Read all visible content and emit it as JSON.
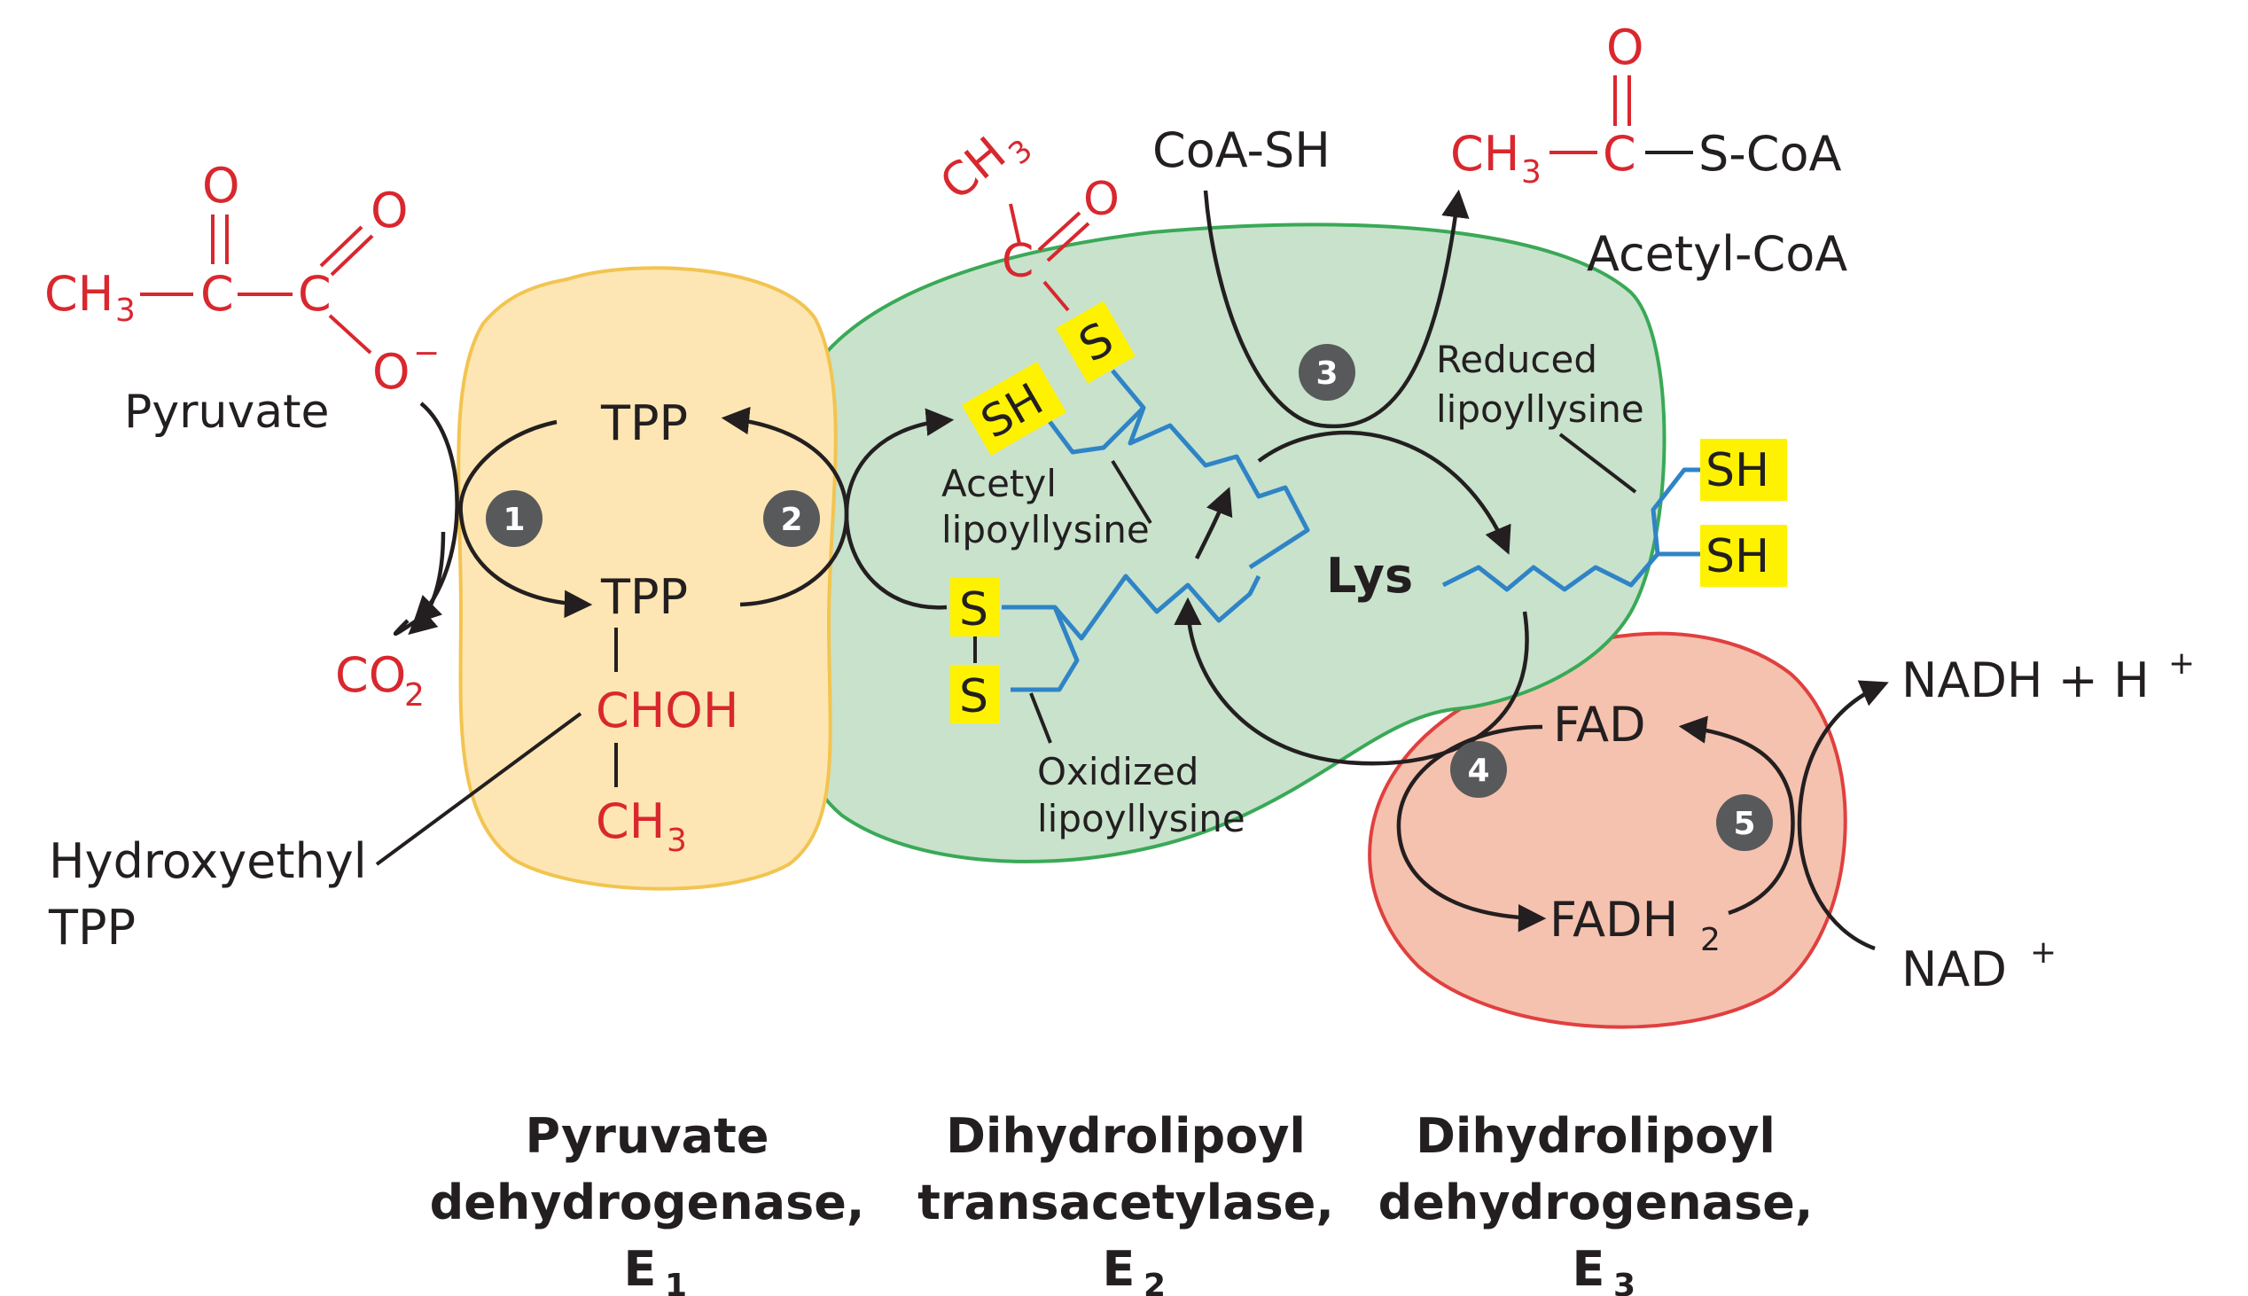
{
  "pyruvate": {
    "label": "Pyruvate",
    "formula": {
      "ch3": "CH",
      "sub3": "3",
      "c1": "C",
      "c2": "C",
      "o_top1": "O",
      "o_top2": "O",
      "o_minus": "O",
      "minus": "−"
    }
  },
  "co2": {
    "main": "CO",
    "sub": "2"
  },
  "hydroxyethyl_tpp": {
    "line1": "Hydroxyethyl",
    "line2": "TPP"
  },
  "e1_contents": {
    "tpp_top": "TPP",
    "tpp_mid": "TPP",
    "chohl": "CHOH",
    "ch3": "CH",
    "ch3_sub": "3"
  },
  "acetyl_group": {
    "ch3": "CH",
    "ch3_sub": "3",
    "c": "C",
    "o": "O"
  },
  "sulfur_labels": {
    "s_acetyl": "S",
    "sh_acetyl": "SH",
    "s_ox1": "S",
    "s_ox2": "S",
    "sh_red1": "SH",
    "sh_red2": "SH"
  },
  "labels": {
    "acetyl_lipoyllysine": [
      "Acetyl",
      "lipoyllysine"
    ],
    "oxidized_lipoyllysine": [
      "Oxidized",
      "lipoyllysine"
    ],
    "reduced_lipoyllysine": [
      "Reduced",
      "lipoyllysine"
    ],
    "lys": "Lys"
  },
  "coa": {
    "coa_sh": "CoA-SH",
    "acetyl_coa_formula": {
      "ch3": "CH",
      "sub3": "3",
      "c": "C",
      "o": "O",
      "scoa": "S-CoA"
    },
    "acetyl_coa_label": "Acetyl-CoA"
  },
  "e3_contents": {
    "fad": "FAD",
    "fadh2": "FADH",
    "fadh2_sub": "2"
  },
  "nad": {
    "nadh": "NADH + H",
    "nadh_sup": "+",
    "nad_plus": "NAD",
    "nad_sup": "+"
  },
  "steps": [
    "1",
    "2",
    "3",
    "4",
    "5"
  ],
  "enzymes": [
    {
      "line1": "Pyruvate",
      "line2": "dehydrogenase,",
      "line3": "E",
      "sub": "1"
    },
    {
      "line1": "Dihydrolipoyl",
      "line2": "transacetylase,",
      "line3": "E",
      "sub": "2"
    },
    {
      "line1": "Dihydrolipoyl",
      "line2": "dehydrogenase,",
      "line3": "E",
      "sub": "3"
    }
  ],
  "colors": {
    "e1_fill": "#fde6b3",
    "e1_stroke": "#f2c450",
    "e2_fill": "#c8e2cc",
    "e2_stroke": "#3aa957",
    "e3_fill": "#f5c2af",
    "e3_stroke": "#e0403f",
    "chemical_red": "#d9272e",
    "chain_blue": "#2f84c6",
    "highlight": "#fff200",
    "step_badge": "#58595b"
  }
}
